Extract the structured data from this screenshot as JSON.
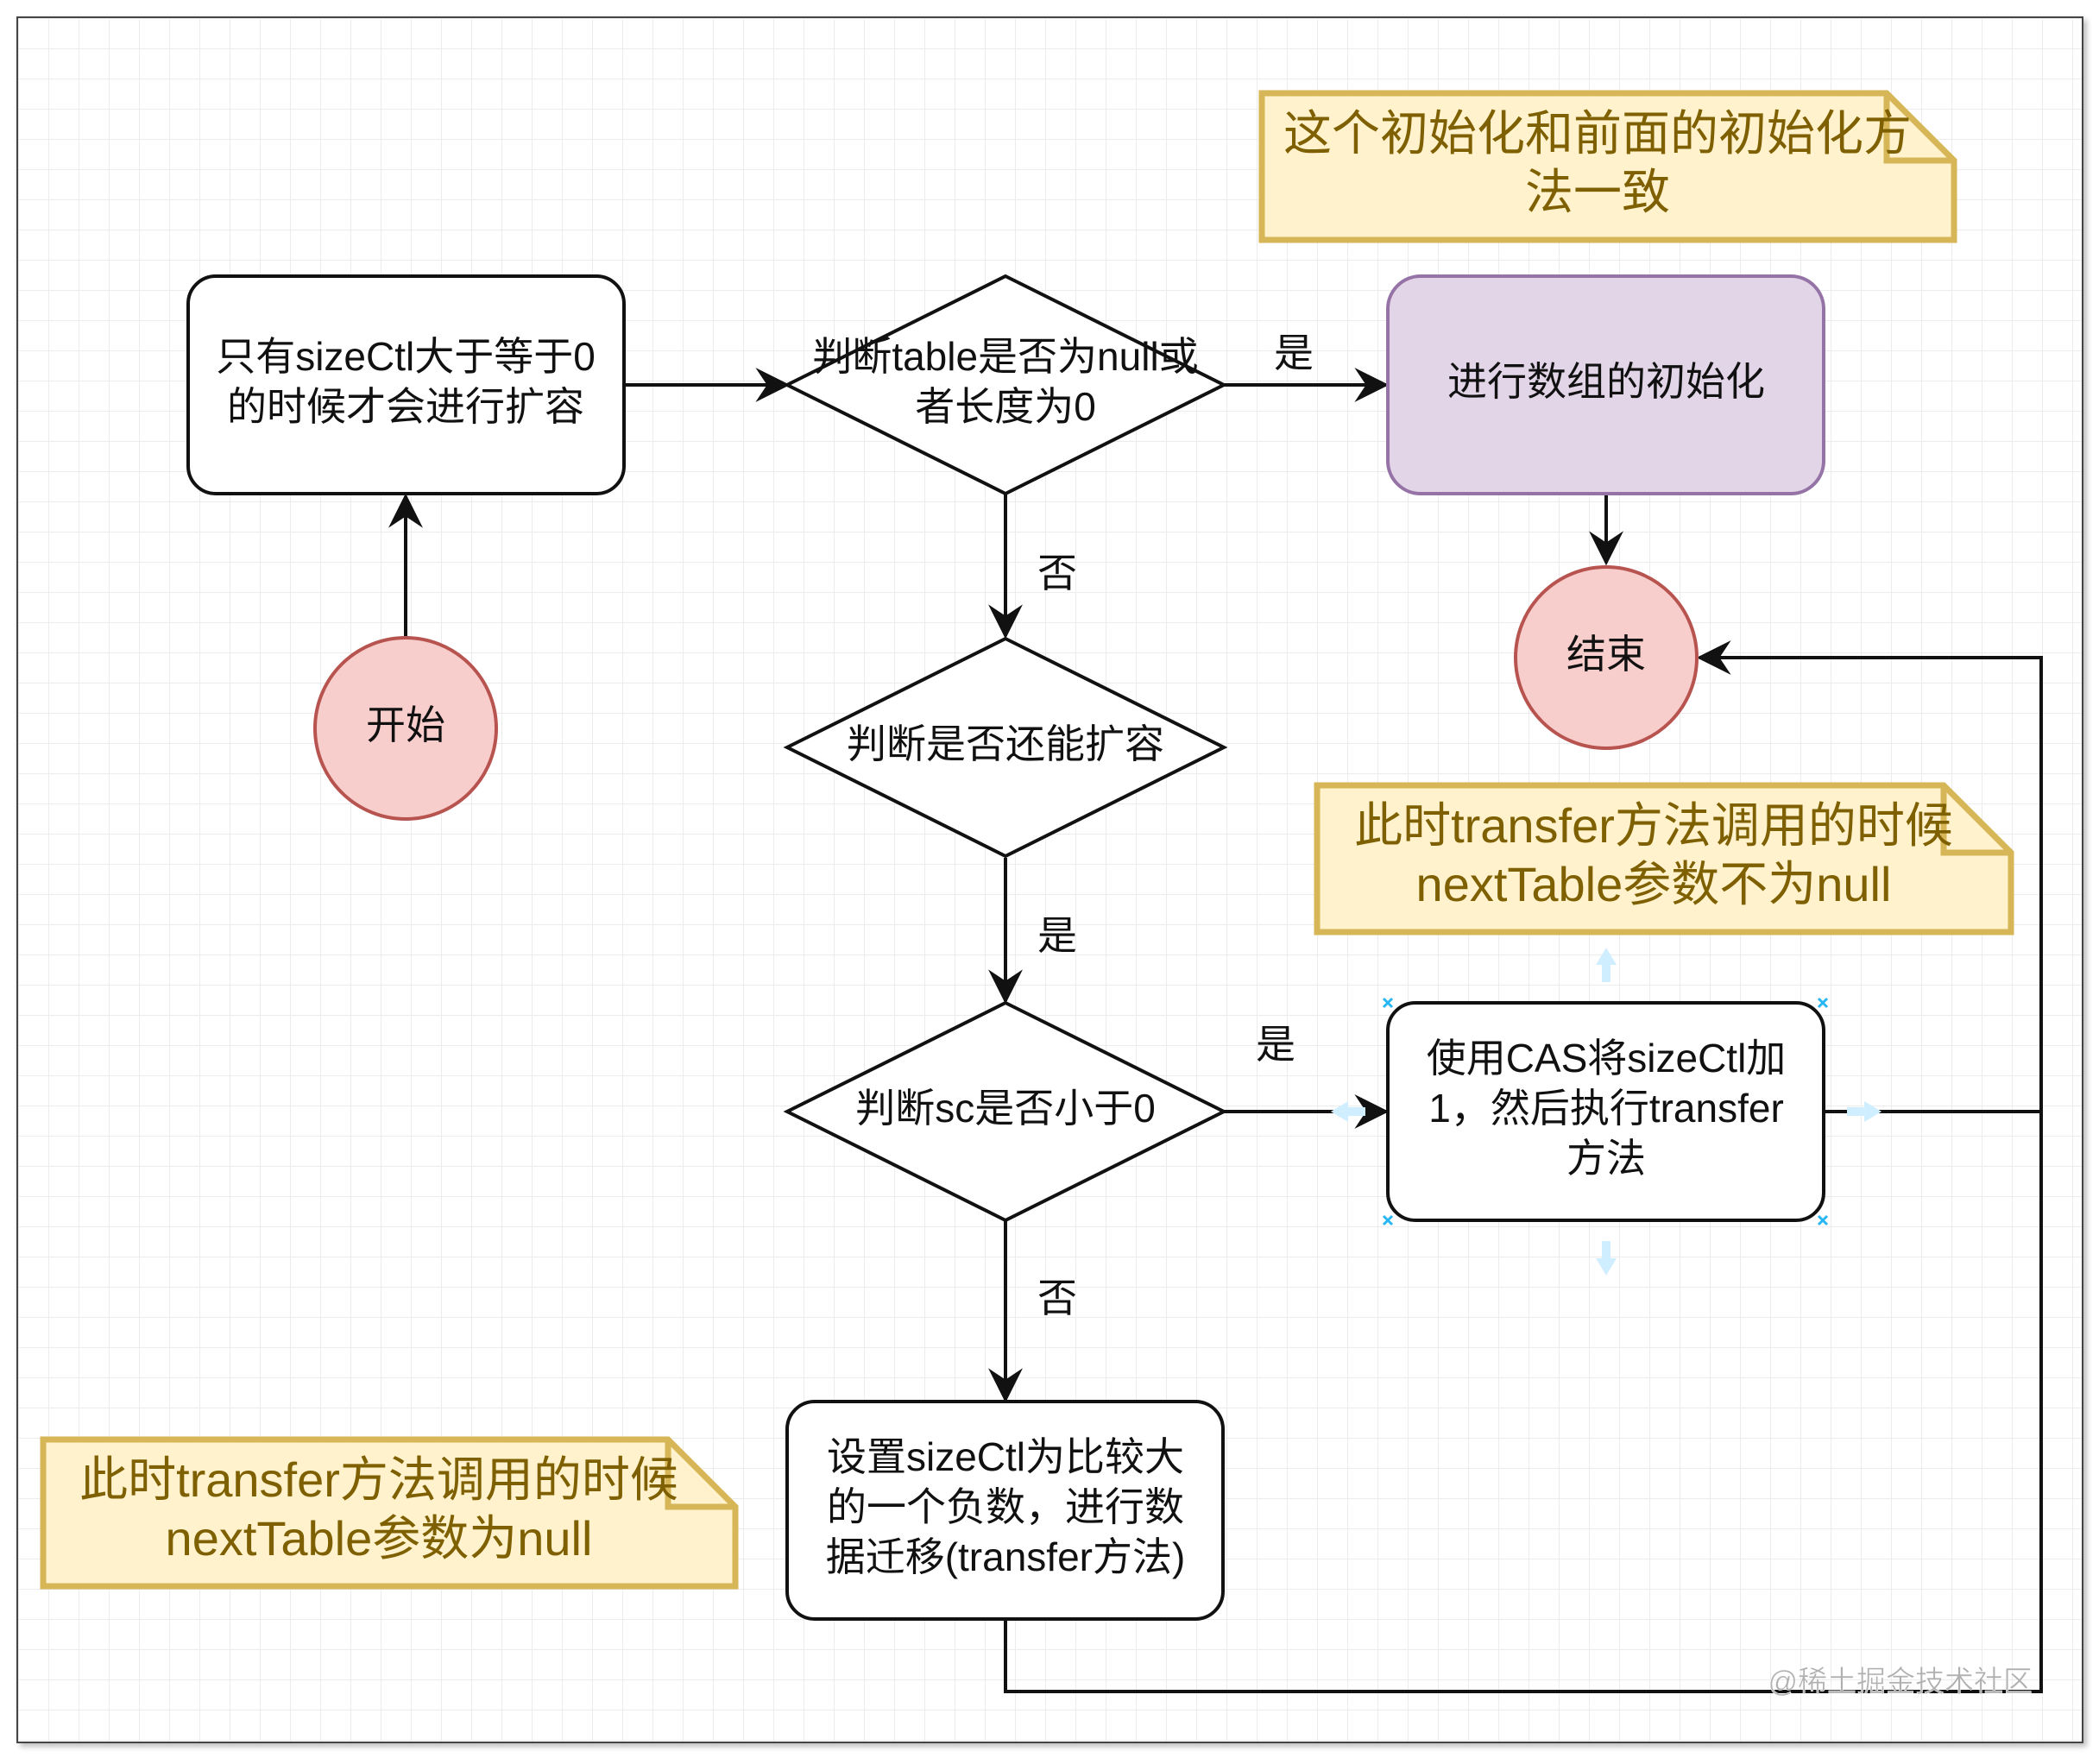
{
  "colors": {
    "note_fill": "#fff2cc",
    "note_stroke": "#d6b656",
    "note_text": "#7f6000",
    "terminal_fill": "#f8cecc",
    "terminal_stroke": "#b85450",
    "purple_fill": "#e1d5e7",
    "purple_stroke": "#9673a6",
    "stroke": "#111111"
  },
  "nodes": {
    "start": {
      "text": [
        "开始"
      ]
    },
    "check_sizectl": {
      "text": [
        "只有sizeCtl大于等于0",
        "的时候才会进行扩容"
      ]
    },
    "decision_table_null": {
      "text": [
        "判断table是否为null或",
        "者长度为0"
      ]
    },
    "init_array": {
      "text": [
        "进行数组的初始化"
      ]
    },
    "end": {
      "text": [
        "结束"
      ]
    },
    "decision_can_expand": {
      "text": [
        "判断是否还能扩容"
      ]
    },
    "decision_sc_negative": {
      "text": [
        "判断sc是否小于0"
      ]
    },
    "cas_transfer": {
      "text": [
        "使用CAS将sizeCtl加",
        "1，然后执行transfer",
        "方法"
      ]
    },
    "set_negative_transfer": {
      "text": [
        "设置sizeCtl为比较大",
        "的一个负数，进行数",
        "据迁移(transfer方法)"
      ]
    }
  },
  "notes": {
    "init_same": {
      "text": [
        "这个初始化和前面的初始化方",
        "法一致"
      ]
    },
    "next_table_not_null": {
      "text": [
        "此时transfer方法调用的时候",
        "nextTable参数不为null"
      ]
    },
    "next_table_null": {
      "text": [
        "此时transfer方法调用的时候",
        "nextTable参数为null"
      ]
    }
  },
  "edge_labels": {
    "table_null_yes": "是",
    "table_null_no": "否",
    "can_expand_yes": "是",
    "sc_negative_yes": "是",
    "sc_negative_no": "否"
  },
  "watermark": "@稀土掘金技术社区"
}
